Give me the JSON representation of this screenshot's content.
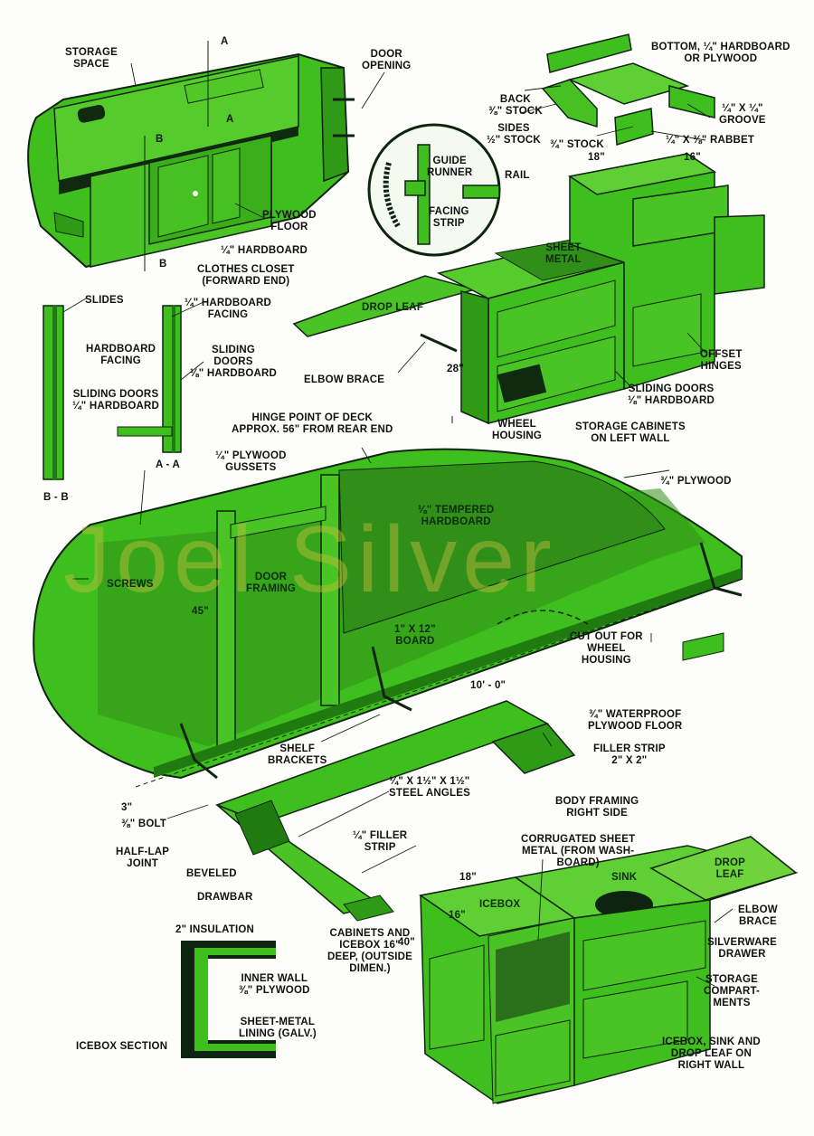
{
  "labels": {
    "storage_space": "STORAGE\nSPACE",
    "section_a_top": "A",
    "section_a_mid": "A",
    "section_b_mid": "B",
    "section_b_low": "B",
    "door_opening": "DOOR\nOPENING",
    "plywood_floor": "PLYWOOD\nFLOOR",
    "hardboard_quarter": "¼\" HARDBOARD",
    "clothes_closet": "CLOTHES CLOSET\n(FORWARD END)",
    "bottom_hardboard": "BOTTOM, ¼\" HARDBOARD\nOR PLYWOOD",
    "back_stock": "BACK\n⅜\" STOCK",
    "sides_stock": "SIDES\n½\" STOCK",
    "three_quarter_stock": "¾\" STOCK",
    "groove": "¼\" X ¼\"\nGROOVE",
    "rabbet": "¼\" X ⅜\" RABBET",
    "dim_18_top": "18\"",
    "dim_16_top": "16\"",
    "guide_runner": "GUIDE\nRUNNER",
    "rail": "RAIL",
    "facing_strip": "FACING\nSTRIP",
    "sheet_metal": "SHEET\nMETAL",
    "drop_leaf_top": "DROP LEAF",
    "slides": "SLIDES",
    "hardboard_facing_quarter": "¼\" HARDBOARD\nFACING",
    "hardboard_facing": "HARDBOARD\nFACING",
    "sliding_doors_eighth": "SLIDING\nDOORS\n⅛\" HARDBOARD",
    "sliding_doors_quarter": "SLIDING DOORS\n¼\" HARDBOARD",
    "section_aa": "A - A",
    "section_bb": "B - B",
    "elbow_brace_top": "ELBOW BRACE",
    "dim_28": "28\"",
    "offset_hinges": "OFFSET\nHINGES",
    "sliding_doors_cabinet": "SLIDING DOORS\n⅛\" HARDBOARD",
    "wheel_housing_top": "WHEEL\nHOUSING",
    "storage_cabinets_left": "STORAGE CABINETS\nON LEFT WALL",
    "hinge_point": "HINGE POINT OF DECK\nAPPROX. 56\" FROM REAR END",
    "plywood_gussets": "¼\" PLYWOOD\nGUSSETS",
    "plywood_three_quarter": "¾\" PLYWOOD",
    "tempered_hardboard": "⅛\" TEMPERED\nHARDBOARD",
    "screws": "SCREWS",
    "door_framing": "DOOR\nFRAMING",
    "dim_45": "45\"",
    "board_1x12": "1\" X 12\"\nBOARD",
    "cut_out_wheel": "CUT OUT FOR\nWHEEL\nHOUSING",
    "dim_10ft": "10' - 0\"",
    "waterproof_floor": "¾\" WATERPROOF\nPLYWOOD FLOOR",
    "shelf_brackets": "SHELF\nBRACKETS",
    "filler_strip_2x2": "FILLER STRIP\n2\" X 2\"",
    "steel_angles": "¼\" X 1½\" X 1½\"\nSTEEL ANGLES",
    "dim_3": "3\"",
    "bolt": "⅜\" BOLT",
    "body_framing": "BODY FRAMING\nRIGHT SIDE",
    "half_lap": "HALF-LAP\nJOINT",
    "filler_strip_quarter": "¼\" FILLER\nSTRIP",
    "beveled": "BEVELED",
    "corrugated": "CORRUGATED SHEET\nMETAL (FROM WASH-\nBOARD)",
    "dim_18_bottom": "18\"",
    "icebox": "ICEBOX",
    "sink": "SINK",
    "drop_leaf_bottom": "DROP\nLEAF",
    "dim_16_bottom": "16\"",
    "drawbar": "DRAWBAR",
    "elbow_brace_bottom": "ELBOW\nBRACE",
    "insulation": "2\" INSULATION",
    "cabinets_icebox_deep": "CABINETS AND\nICEBOX 16\"\nDEEP, (OUTSIDE\nDIMEN.)",
    "dim_40": "40\"",
    "silverware_drawer": "SILVERWARE\nDRAWER",
    "inner_wall": "INNER WALL\n⅜\" PLYWOOD",
    "storage_compartments": "STORAGE\nCOMPART-\nMENTS",
    "sheet_metal_lining": "SHEET-METAL\nLINING (GALV.)",
    "icebox_section": "ICEBOX SECTION",
    "icebox_sink_right": "ICEBOX, SINK AND\nDROP LEAF ON\nRIGHT WALL"
  },
  "watermark": "Joel Silver",
  "colors": {
    "green_main": "#3fbf1e",
    "green_light": "#6fd43c",
    "green_dark": "#1f7a10",
    "ink": "#0f2410"
  }
}
